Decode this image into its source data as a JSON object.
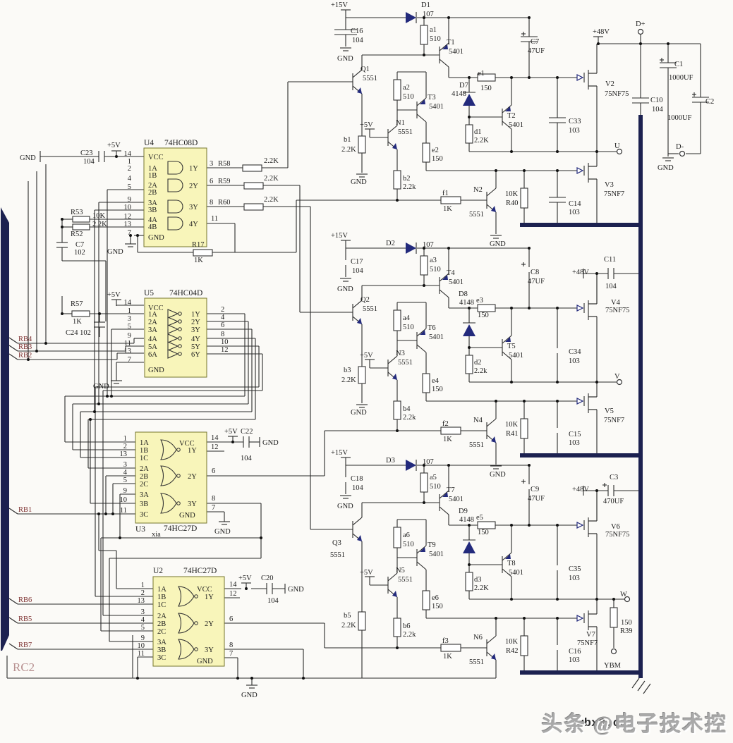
{
  "v": {
    "gnd": "GND",
    "p5": "+5V",
    "p15": "+15V",
    "p48": "+48V",
    "vcc": "VCC",
    "pnp": "5401",
    "npn": "5551",
    "c104": "104",
    "c103": "103",
    "c102": "102",
    "c107": "107",
    "d4148": "4148",
    "r510": "510",
    "r150": "150",
    "r22K": "2.2K",
    "r22k": "2.2k",
    "r1K": "1K",
    "r10K": "10K",
    "c47": "47UF",
    "c1000": "1000UF",
    "c470": "470UF",
    "m75": "75NF75",
    "m7": "75NF7"
  },
  "n": {
    "1": "1",
    "2": "2",
    "3": "3",
    "4": "4",
    "5": "5",
    "6": "6",
    "7": "7",
    "8": "8",
    "9": "9",
    "10": "10",
    "11": "11",
    "12": "12",
    "13": "13",
    "14": "14"
  },
  "g": {
    "1A": "1A",
    "1B": "1B",
    "1C": "1C",
    "2A": "2A",
    "2B": "2B",
    "2C": "2C",
    "3A": "3A",
    "3B": "3B",
    "3C": "3C",
    "4A": "4A",
    "4B": "4B",
    "5A": "5A",
    "6A": "6A",
    "1Y": "1Y",
    "2Y": "2Y",
    "3Y": "3Y",
    "4Y": "4Y",
    "5Y": "5Y",
    "6Y": "6Y"
  },
  "ic": {
    "u4ref": "U4",
    "u4part": "74HC08D",
    "u5ref": "U5",
    "u5part": "74HC04D",
    "u3ref": "U3",
    "u3part": "74HC27D",
    "u3note": "xia",
    "u2ref": "U2",
    "u2part": "74HC27D"
  },
  "r": {
    "c23": "C23",
    "c7": "C7",
    "c16": "C16",
    "c17": "C17",
    "c18": "C18",
    "c24": "C24 102",
    "c22": "C22",
    "c20": "C20",
    "c10": "C10",
    "c11": "C11",
    "c1": "C1",
    "c2": "C2",
    "c3": "C3",
    "c33": "C33",
    "c34": "C34",
    "c35": "C35",
    "c14": "C14",
    "c15": "C15",
    "c8": "C8",
    "c9": "C9",
    "r53": "R53",
    "r52": "R52",
    "r57": "R57",
    "r17": "R17",
    "r58": "R58",
    "r59": "R59",
    "r60": "R60",
    "r39": "R39",
    "r40": "R40",
    "r41": "R41",
    "r42": "R42",
    "d1": "D1",
    "d2": "D2",
    "d3": "D3",
    "d7": "D7",
    "d8": "D8",
    "d9": "D9",
    "t1": "T1",
    "t2": "T2",
    "t3": "T3",
    "t4": "T4",
    "t5": "T5",
    "t6": "T6",
    "t7": "T7",
    "t8": "T8",
    "t9": "T9",
    "q1": "Q1",
    "q2": "Q2",
    "q3": "Q3",
    "n1s": "N1",
    "n2s": "N2",
    "n3s": "N3",
    "n4s": "N4",
    "n5s": "N5",
    "n6s": "N6",
    "v2": "V2",
    "v3": "V3",
    "v4": "V4",
    "v5": "V5",
    "v6": "V6",
    "v7": "V7",
    "a1": "a1",
    "a2": "a2",
    "a3": "a3",
    "a4": "a4",
    "a5": "a5",
    "a6": "a6",
    "b1": "b1",
    "b2": "b2",
    "b3": "b3",
    "b4": "b4",
    "b5": "b5",
    "b6": "b6",
    "dd1": "d1",
    "dd2": "d2",
    "dd3": "d3",
    "e1": "e1",
    "e2": "e2",
    "e3": "e3",
    "e4": "e4",
    "e5": "e5",
    "e6": "e6",
    "f1": "f1",
    "f2": "f2",
    "f3": "f3"
  },
  "ports": {
    "rb1": "RB1",
    "rb2": "RB2",
    "rb3": "RB3",
    "rb4": "RB4",
    "rb5": "RB5",
    "rb6": "RB6",
    "rb7": "RB7",
    "rc2": "RC2",
    "dp": "D+",
    "dm": "D-",
    "u": "U",
    "vv": "V",
    "w": "W",
    "ybm": "YBM"
  },
  "wm": {
    "main": "头条 @电子技术控",
    "overlay": "ybx8.cn"
  }
}
